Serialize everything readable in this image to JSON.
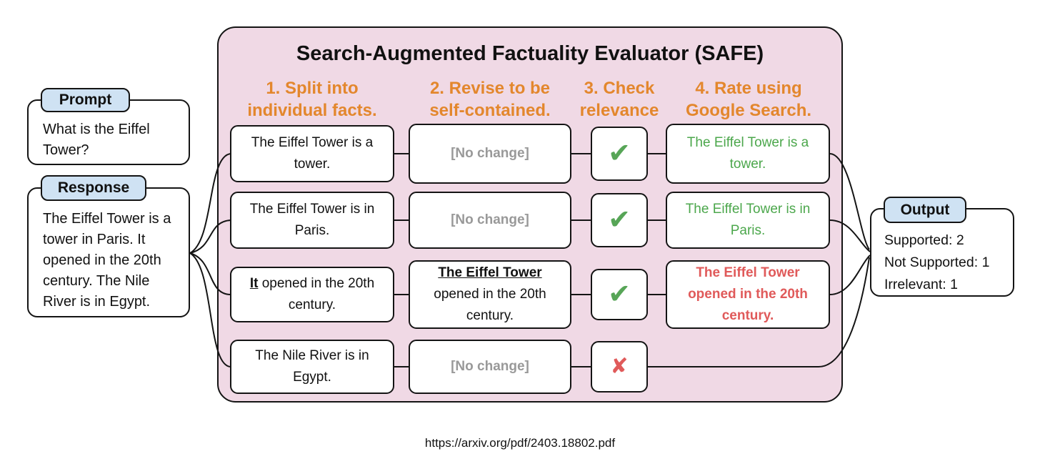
{
  "prompt": {
    "label": "Prompt",
    "text": "What is the Eiffel Tower?"
  },
  "response": {
    "label": "Response",
    "text": "The Eiffel Tower is a tower in Paris. It opened in the 20th century. The Nile River is in Egypt."
  },
  "safe": {
    "title": "Search-Augmented Factuality Evaluator (SAFE)",
    "steps": [
      {
        "label": "1. Split into\nindividual facts."
      },
      {
        "label": "2. Revise to be\nself-contained."
      },
      {
        "label": "3. Check\nrelevance"
      },
      {
        "label": "4. Rate using\nGoogle Search."
      }
    ],
    "rows": [
      {
        "fact": "The Eiffel Tower is a tower.",
        "revision": "[No change]",
        "relevance": "check",
        "rating": "The Eiffel Tower is a tower.",
        "rating_status": "supported"
      },
      {
        "fact": "The Eiffel Tower is in Paris.",
        "revision": "[No change]",
        "relevance": "check",
        "rating": "The Eiffel Tower is in Paris.",
        "rating_status": "supported"
      },
      {
        "fact_emphasis": "It",
        "fact_rest": " opened in the 20th century.",
        "revision_emphasis": "The Eiffel Tower",
        "revision_rest": " opened in the 20th century.",
        "relevance": "check",
        "rating": "The Eiffel Tower opened in the 20th century.",
        "rating_status": "not-supported"
      },
      {
        "fact": "The Nile River is in Egypt.",
        "revision": "[No change]",
        "relevance": "cross",
        "rating_status": "irrelevant"
      }
    ]
  },
  "output": {
    "label": "Output",
    "lines": [
      "Supported: 2",
      "Not Supported: 1",
      "Irrelevant: 1"
    ]
  },
  "icons": {
    "check": "✔",
    "cross": "✘"
  },
  "colors": {
    "panel_pink": "#F0D9E5",
    "label_blue": "#CFE2F3",
    "step_orange": "#E3872D",
    "supported_green": "#4CA74C",
    "not_supported_red": "#E05A5A",
    "no_change_gray": "#999999"
  },
  "footer": {
    "url": "https://arxiv.org/pdf/2403.18802.pdf"
  }
}
